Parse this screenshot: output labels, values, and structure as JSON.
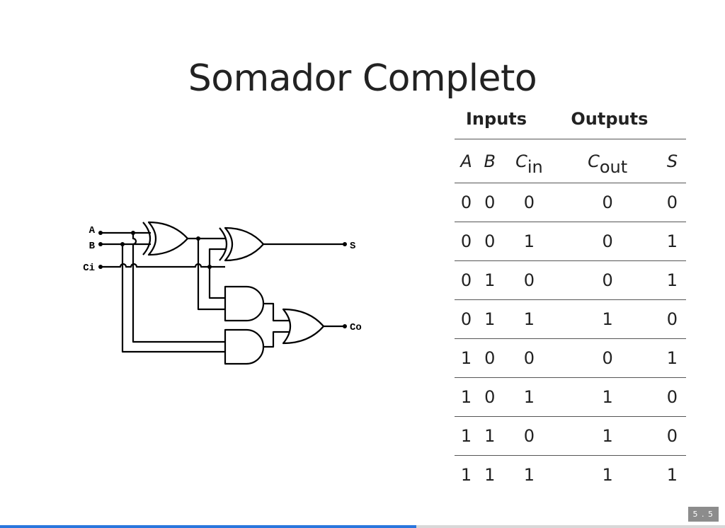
{
  "slide": {
    "title": "Somador Completo",
    "number": "5 . 5",
    "progress": 0.574
  },
  "circuit": {
    "pins": {
      "a": "A",
      "b": "B",
      "ci": "Ci",
      "s": "S",
      "co": "Co"
    }
  },
  "truth_table": {
    "group_inputs": "Inputs",
    "group_outputs": "Outputs",
    "col_a": "A",
    "col_b": "B",
    "col_cin_main": "C",
    "col_cin_sub": "in",
    "col_cout_main": "C",
    "col_cout_sub": "out",
    "col_s": "S",
    "rows": [
      [
        "0",
        "0",
        "0",
        "0",
        "0"
      ],
      [
        "0",
        "0",
        "1",
        "0",
        "1"
      ],
      [
        "0",
        "1",
        "0",
        "0",
        "1"
      ],
      [
        "0",
        "1",
        "1",
        "1",
        "0"
      ],
      [
        "1",
        "0",
        "0",
        "0",
        "1"
      ],
      [
        "1",
        "0",
        "1",
        "1",
        "0"
      ],
      [
        "1",
        "1",
        "0",
        "1",
        "0"
      ],
      [
        "1",
        "1",
        "1",
        "1",
        "1"
      ]
    ]
  },
  "colors": {
    "accent": "#2a76dd",
    "text": "#222222",
    "track": "#d8d8d8"
  }
}
